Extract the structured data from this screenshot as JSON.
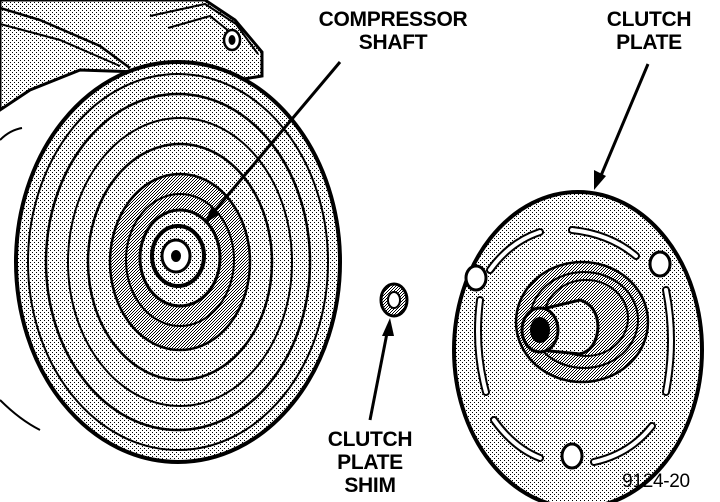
{
  "labels": {
    "compressor_shaft": [
      "COMPRESSOR",
      "SHAFT"
    ],
    "clutch_plate": [
      "CLUTCH",
      "PLATE"
    ],
    "clutch_plate_shim": [
      "CLUTCH",
      "PLATE",
      "SHIM"
    ],
    "figure_number": "9124-20"
  },
  "colors": {
    "ink": "#000000",
    "paper": "#ffffff"
  }
}
